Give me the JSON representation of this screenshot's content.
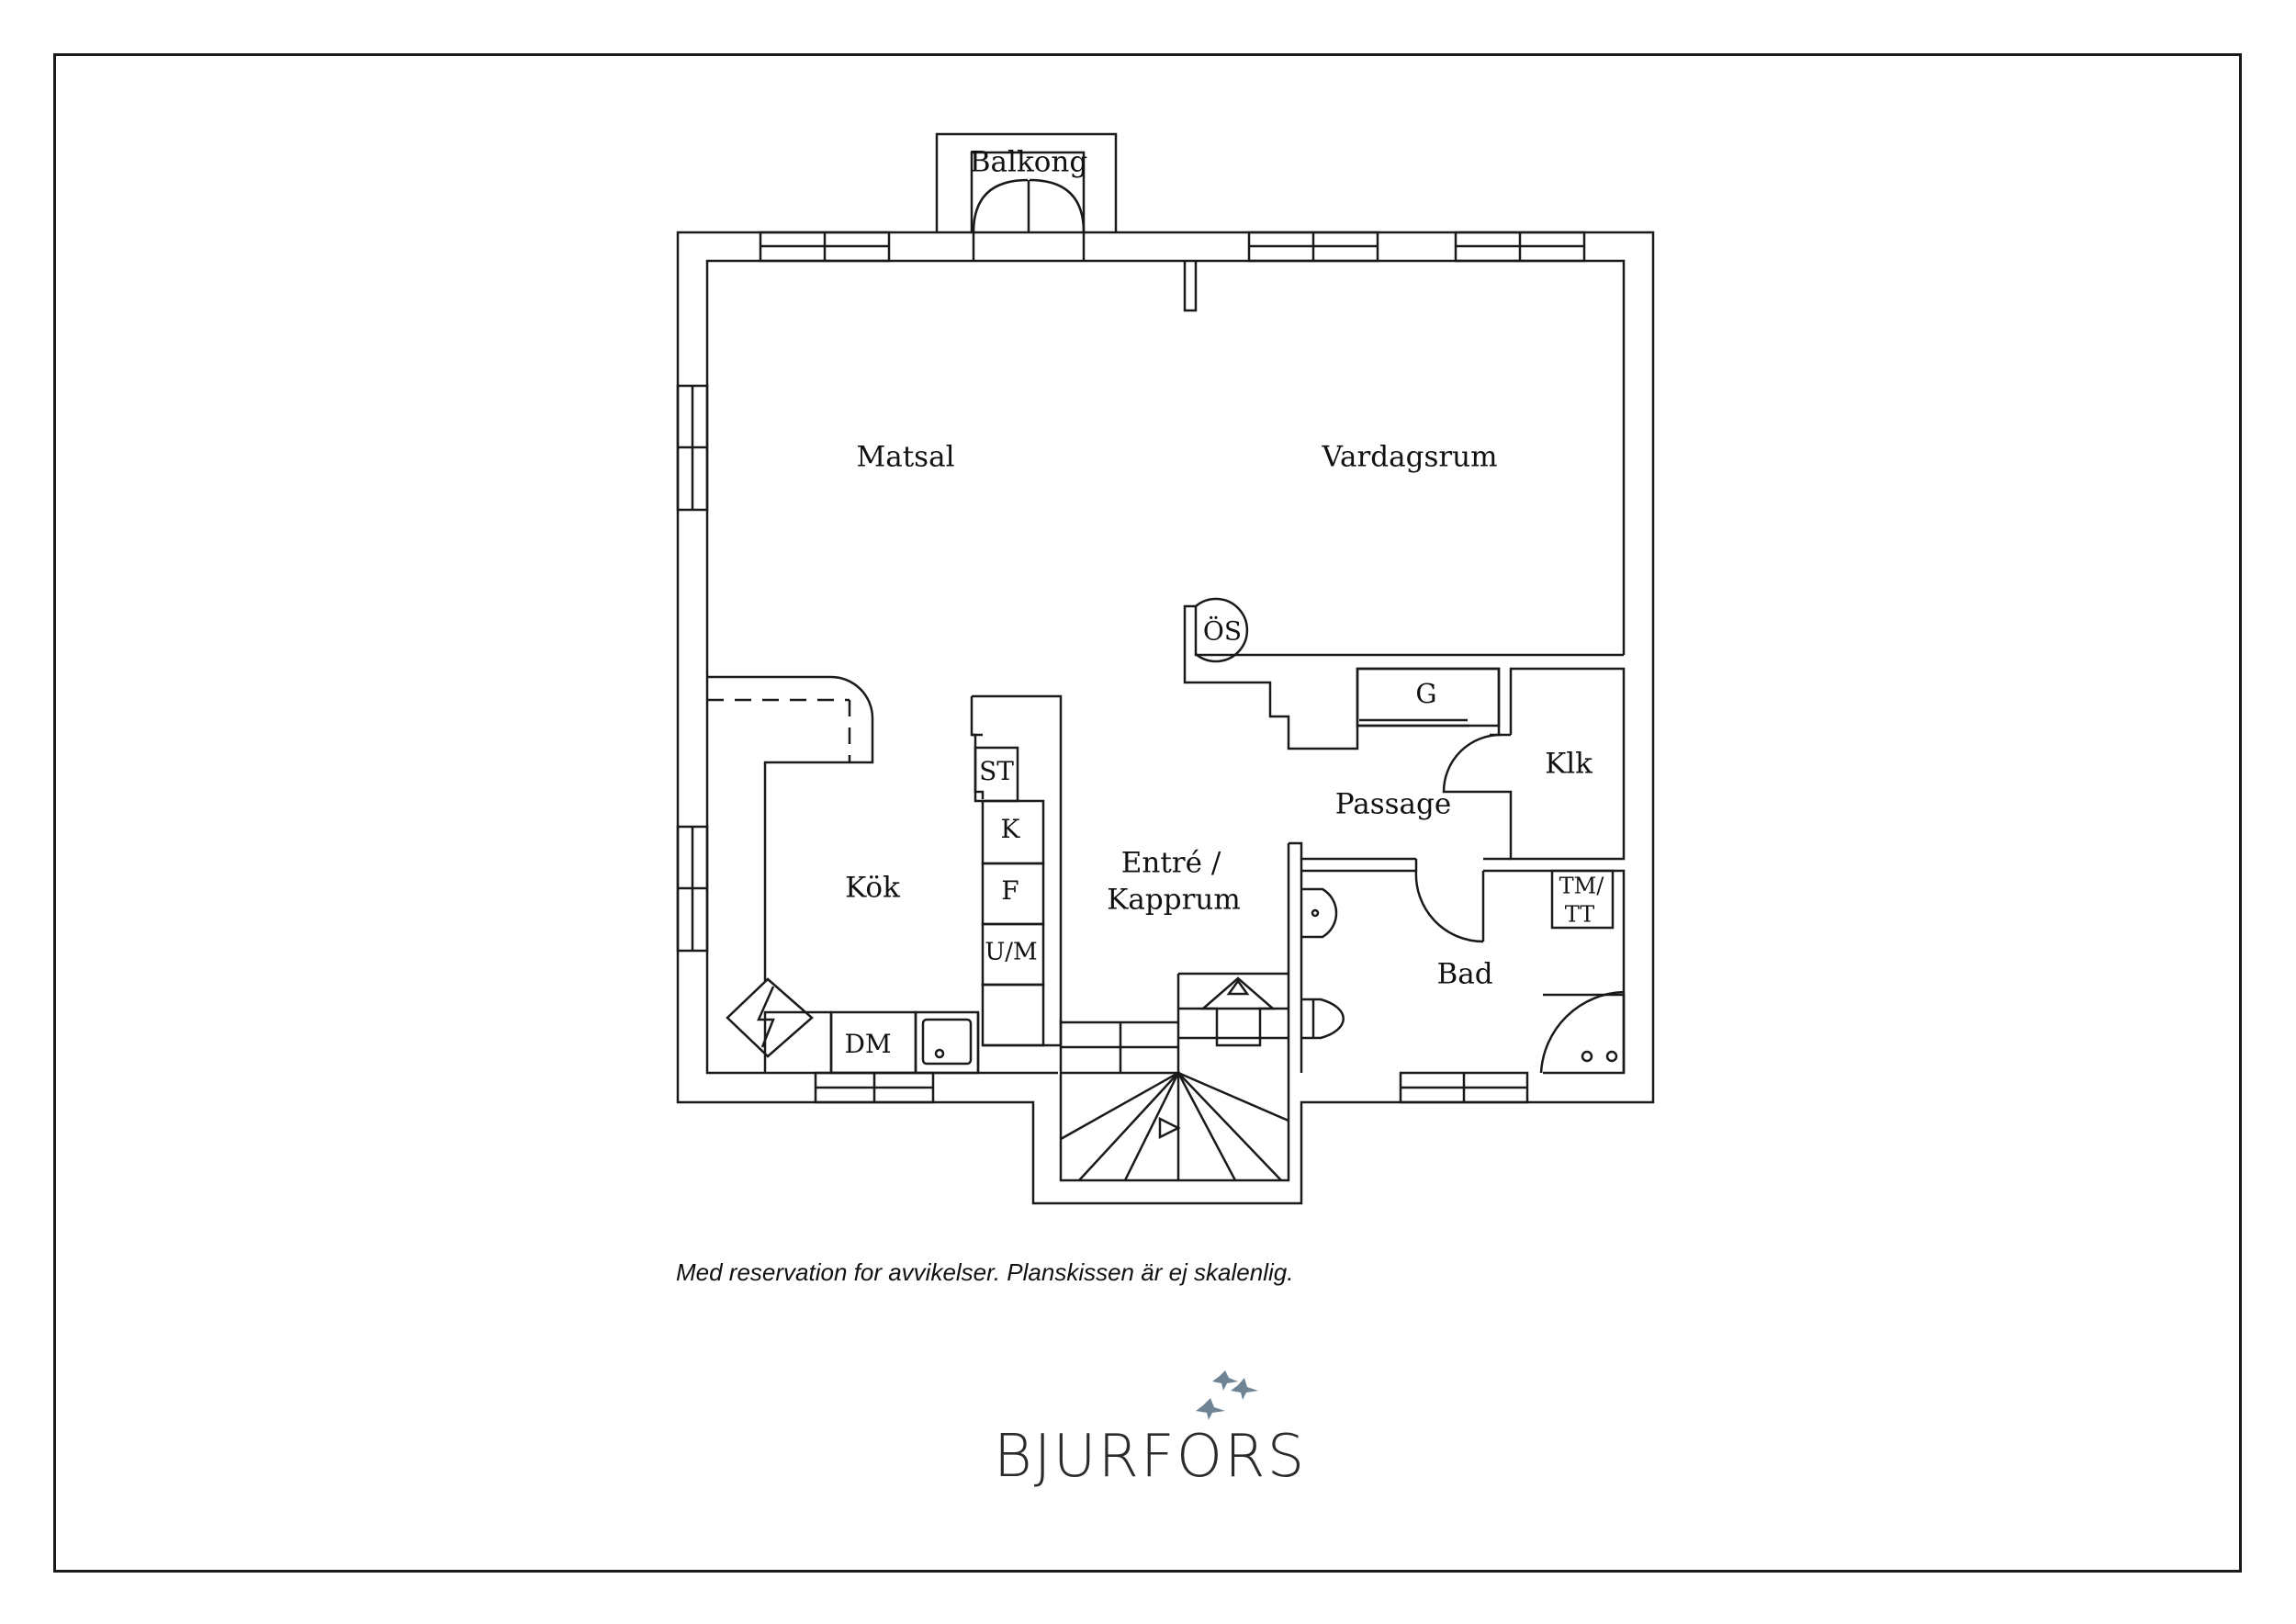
{
  "rooms": {
    "balcony": "Balkong",
    "dining": "Matsal",
    "living": "Vardagsrum",
    "kitchen": "Kök",
    "entry_line1": "Entré /",
    "entry_line2": "Kapprum",
    "passage": "Passage",
    "closet": "Klk",
    "bath": "Bad",
    "wardrobe": "G",
    "stove": "ÖS"
  },
  "fixtures": {
    "st": "ST",
    "k": "K",
    "f": "F",
    "um": "U/M",
    "dm": "DM",
    "tmtt_line1": "TM/",
    "tmtt_line2": "TT"
  },
  "footer": {
    "disclaimer": "Med reservation for avvikelser. Planskissen är ej skalenlig.",
    "brand": "BJURFORS"
  },
  "colors": {
    "lines": "#1a1a1a",
    "brand_birds": "#6f8596",
    "brand_text": "#2b2b2b"
  }
}
